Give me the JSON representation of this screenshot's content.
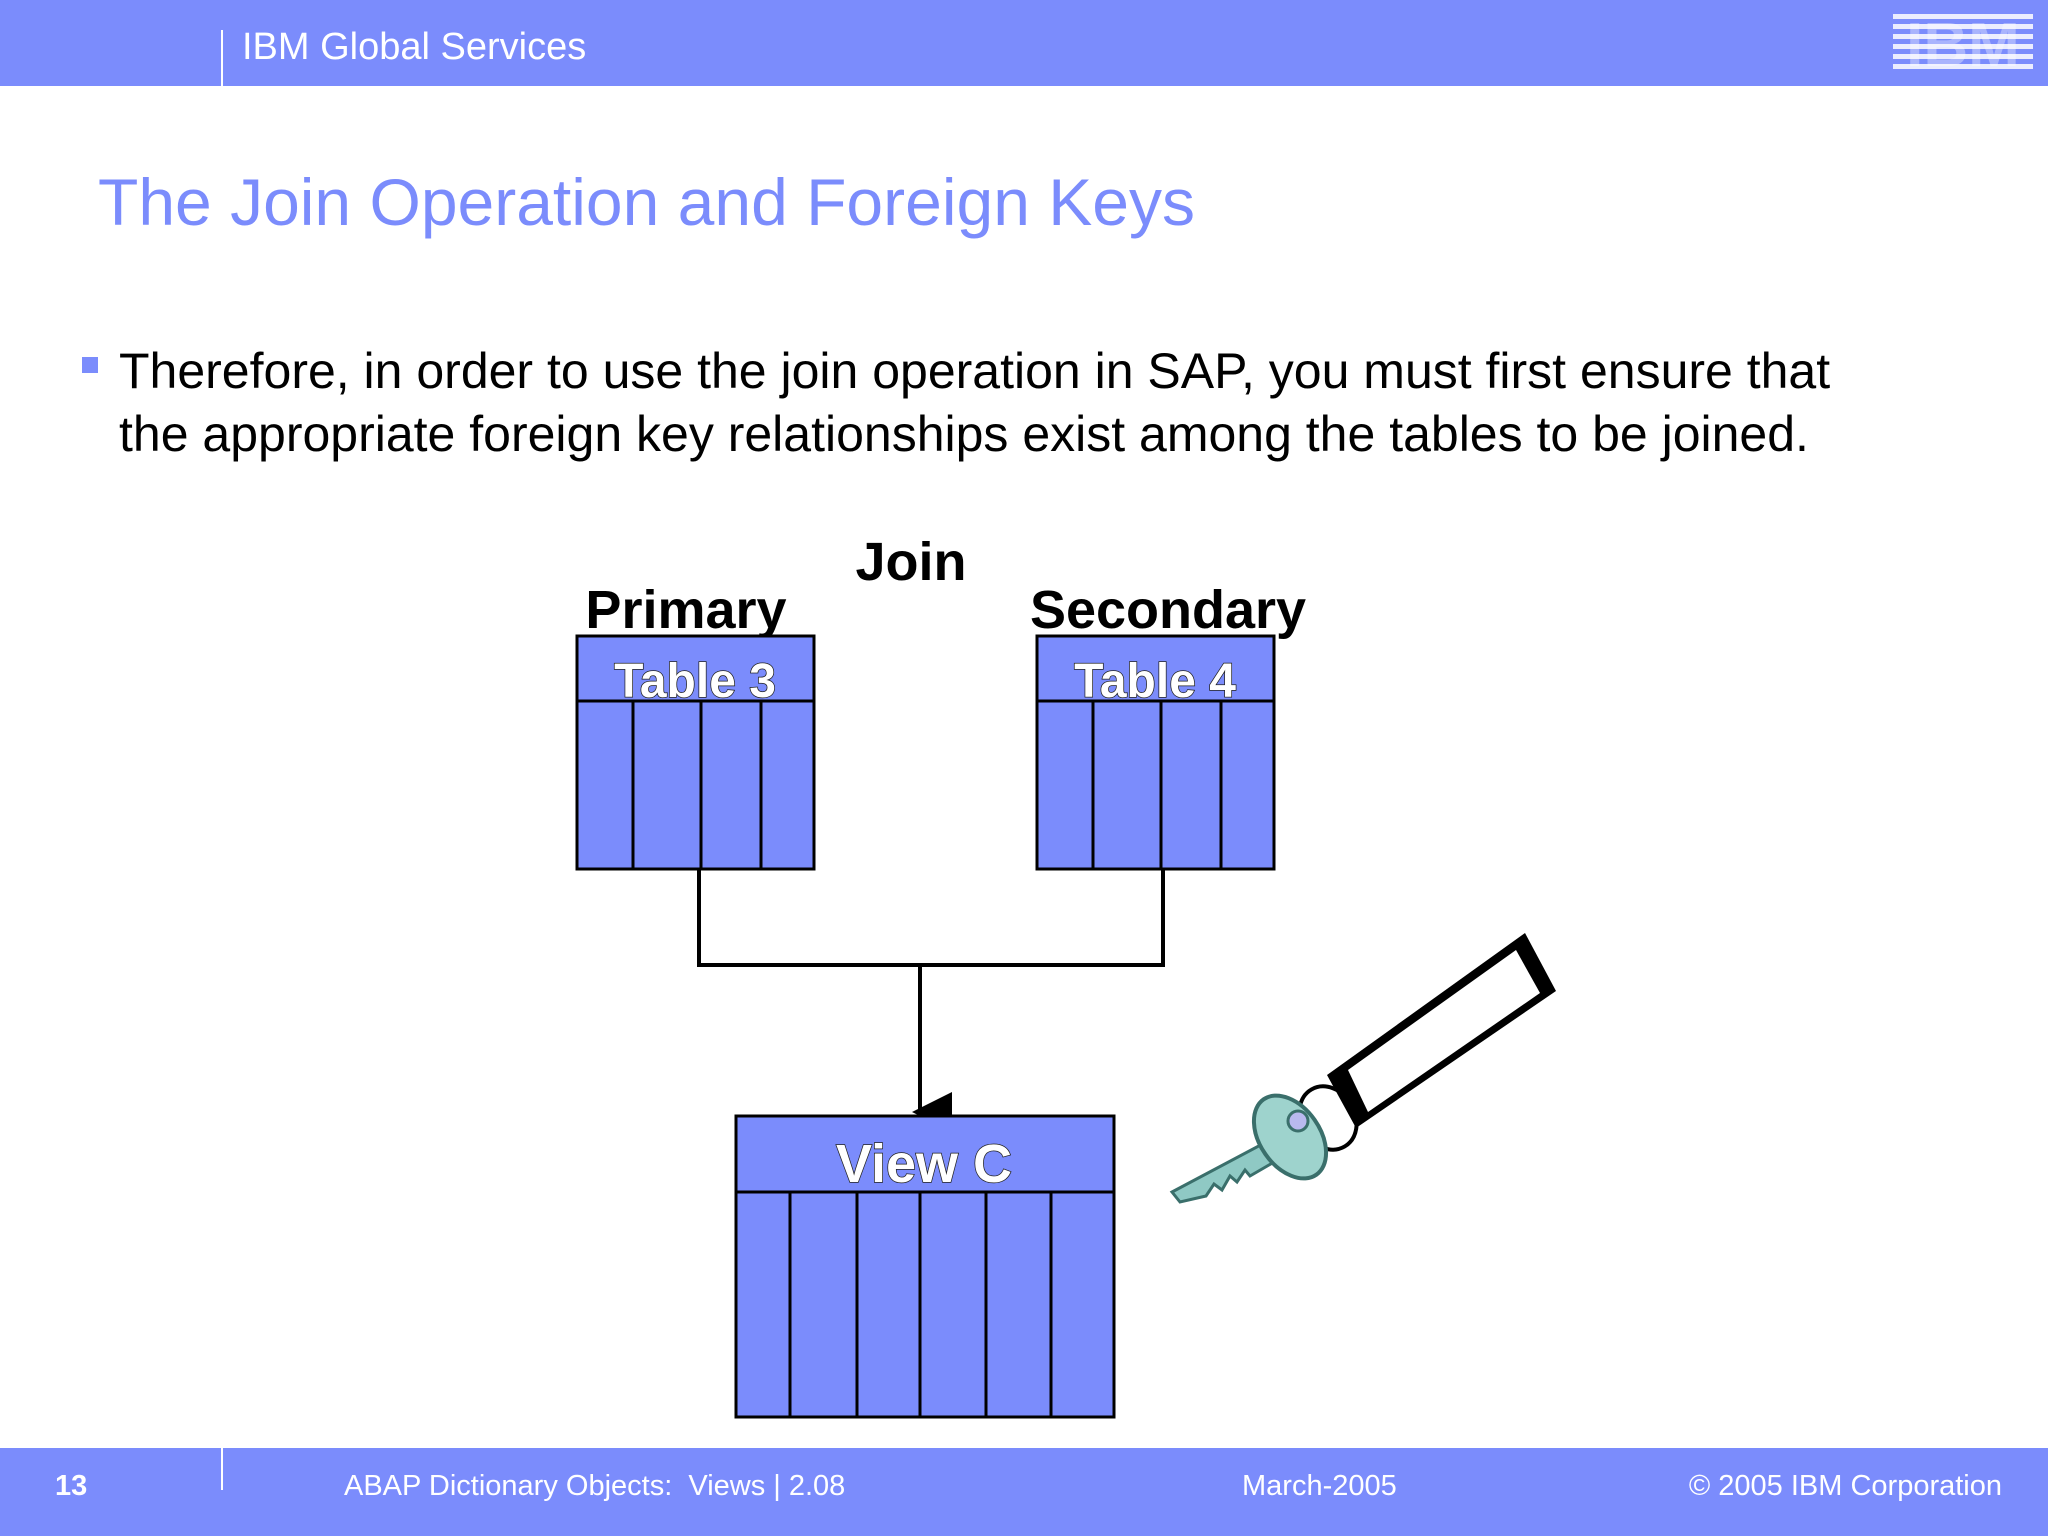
{
  "header": {
    "brand": "IBM Global Services",
    "logo_text": "IBM",
    "bar_color": "#7b8cfc"
  },
  "slide": {
    "title": "The Join Operation and Foreign Keys",
    "bullet_lines": [
      "Therefore, in order to use the join operation in SAP, you must first ensure that",
      "the appropriate foreign key relationships exist among the tables to be joined."
    ]
  },
  "diagram": {
    "join_label": "Join",
    "primary_label": "Primary",
    "secondary_label": "Secondary",
    "table_left": "Table 3",
    "table_right": "Table 4",
    "view_label": "View C",
    "box_color": "#7b8cfc"
  },
  "footer": {
    "page_number": "13",
    "course": "ABAP Dictionary Objects:  Views | 2.08",
    "date": "March-2005",
    "copyright": "© 2005 IBM Corporation"
  }
}
